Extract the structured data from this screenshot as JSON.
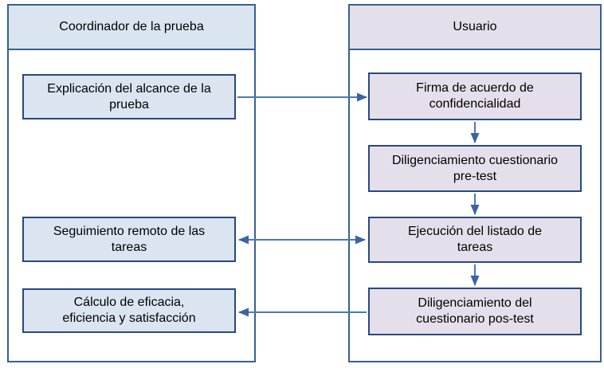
{
  "lanes": {
    "coordinator": {
      "title": "Coordinador de la prueba"
    },
    "user": {
      "title": "Usuario"
    }
  },
  "boxes": {
    "explicacion": {
      "lane": "coordinator",
      "lines": [
        "Explicación del alcance de la",
        "prueba"
      ]
    },
    "seguimiento": {
      "lane": "coordinator",
      "lines": [
        "Seguimiento remoto de las",
        "tareas"
      ]
    },
    "calculo": {
      "lane": "coordinator",
      "lines": [
        "Cálculo de eficacia,",
        "eficiencia y satisfacción"
      ]
    },
    "firma": {
      "lane": "user",
      "lines": [
        "Firma de acuerdo de",
        "confidencialidad"
      ]
    },
    "pretest": {
      "lane": "user",
      "lines": [
        "Diligenciamiento cuestionario",
        "pre-test"
      ]
    },
    "ejecucion": {
      "lane": "user",
      "lines": [
        "Ejecución del listado de",
        "tareas"
      ]
    },
    "postest": {
      "lane": "user",
      "lines": [
        "Diligenciamiento del",
        "cuestionario pos-test"
      ]
    }
  },
  "connections": [
    {
      "from": "explicacion",
      "to": "firma",
      "direction": "right",
      "bidirectional": false
    },
    {
      "from": "firma",
      "to": "pretest",
      "direction": "down",
      "bidirectional": false
    },
    {
      "from": "pretest",
      "to": "ejecucion",
      "direction": "down",
      "bidirectional": false
    },
    {
      "from": "seguimiento",
      "to": "ejecucion",
      "direction": "horizontal",
      "bidirectional": true
    },
    {
      "from": "ejecucion",
      "to": "postest",
      "direction": "down",
      "bidirectional": false
    },
    {
      "from": "postest",
      "to": "calculo",
      "direction": "left",
      "bidirectional": false
    }
  ],
  "colors": {
    "background": "#ffffff",
    "text": "#000000",
    "lane_border": "#36618f",
    "box_border": "#27497c",
    "lane_coordinator_header_fill": "#dbe5f1",
    "lane_user_header_fill": "#e5dfec",
    "box_coordinator_fill": "#dbe5f1",
    "box_user_fill": "#e5dfec",
    "arrow": "#4a7ab8",
    "arrow_head": "#3c64a2"
  }
}
